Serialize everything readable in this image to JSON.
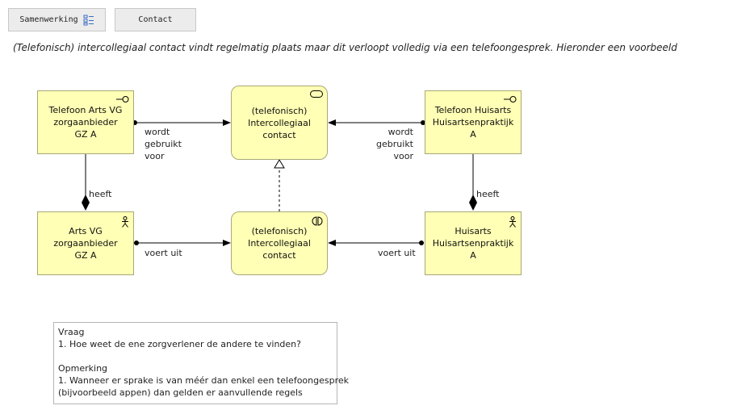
{
  "toolbar": {
    "samenwerking_label": "Samenwerking",
    "contact_label": "Contact"
  },
  "intro_text": "(Telefonisch) intercollegiaal contact vindt regelmatig plaats maar dit verloopt volledig via een telefoongesprek. Hieronder een voorbeeld",
  "nodes": {
    "telefoon_arts_vg": "Telefoon Arts VG\nzorgaanbieder GZ A",
    "intercollegiaal_service": "(telefonisch)\nIntercollegiaal\ncontact",
    "telefoon_huisarts": "Telefoon Huisarts\nHuisartsenpraktijk A",
    "arts_vg": "Arts VG\nzorgaanbieder GZ A",
    "intercollegiaal_interaction": "(telefonisch)\nIntercollegiaal\ncontact",
    "huisarts": "Huisarts\nHuisartsenpraktijk A"
  },
  "edges": {
    "wordt_gebruikt_left": "wordt\ngebruikt\nvoor",
    "wordt_gebruikt_right": "wordt\ngebruikt\nvoor",
    "heeft_left": "heeft",
    "heeft_right": "heeft",
    "voert_uit_left": "voert uit",
    "voert_uit_right": "voert uit"
  },
  "note": {
    "vraag_title": "Vraag",
    "vraag_line1": "1. Hoe weet de ene zorgverlener de andere te vinden?",
    "opmerking_title": "Opmerking",
    "opmerking_line1": "1. Wanneer er sprake is van méér dan enkel een telefoongesprek",
    "opmerking_line2": "(bijvoorbeeld appen) dan gelden er aanvullende regels"
  },
  "colors": {
    "node_fill": "#ffffb5",
    "node_border": "#a8a878",
    "edge": "#000000"
  }
}
